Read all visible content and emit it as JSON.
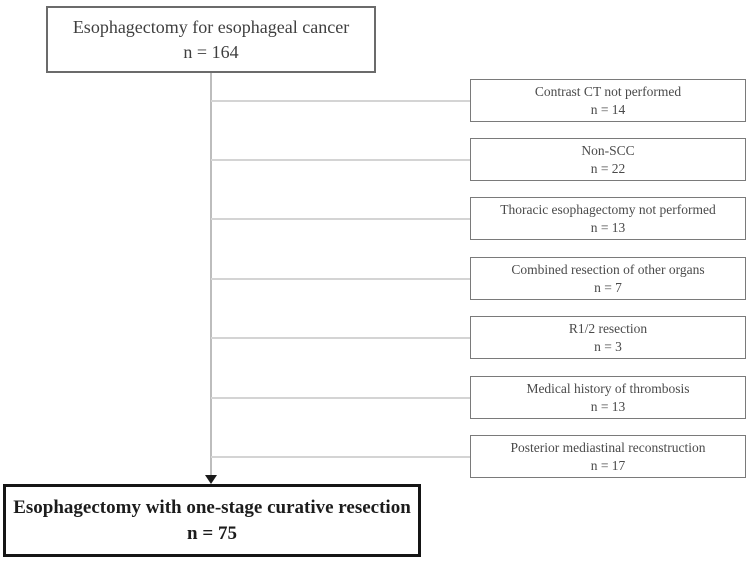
{
  "diagram": {
    "type": "flowchart",
    "title_box": {
      "label": "Esophagectomy for esophageal cancer",
      "n": "n = 164"
    },
    "exclusions": [
      {
        "label": "Contrast CT not performed",
        "n": "n = 14"
      },
      {
        "label": "Non-SCC",
        "n": "n = 22"
      },
      {
        "label": "Thoracic esophagectomy not performed",
        "n": "n = 13"
      },
      {
        "label": "Combined resection of other organs",
        "n": "n = 7"
      },
      {
        "label": "R1/2 resection",
        "n": "n = 3"
      },
      {
        "label": "Medical history of thrombosis",
        "n": "n = 13"
      },
      {
        "label": "Posterior mediastinal reconstruction",
        "n": "n = 17"
      }
    ],
    "final_box": {
      "label": "Esophagectomy with one-stage curative resection",
      "n": "n = 75"
    },
    "colors": {
      "background": "#ffffff",
      "box_border": "#7a7a7a",
      "top_box_border": "#6b6b6b",
      "final_box_border": "#151515",
      "connector_line": "#d4d4d4",
      "trunk_line": "#bdbdbd",
      "text": "#3f3f3f"
    }
  }
}
